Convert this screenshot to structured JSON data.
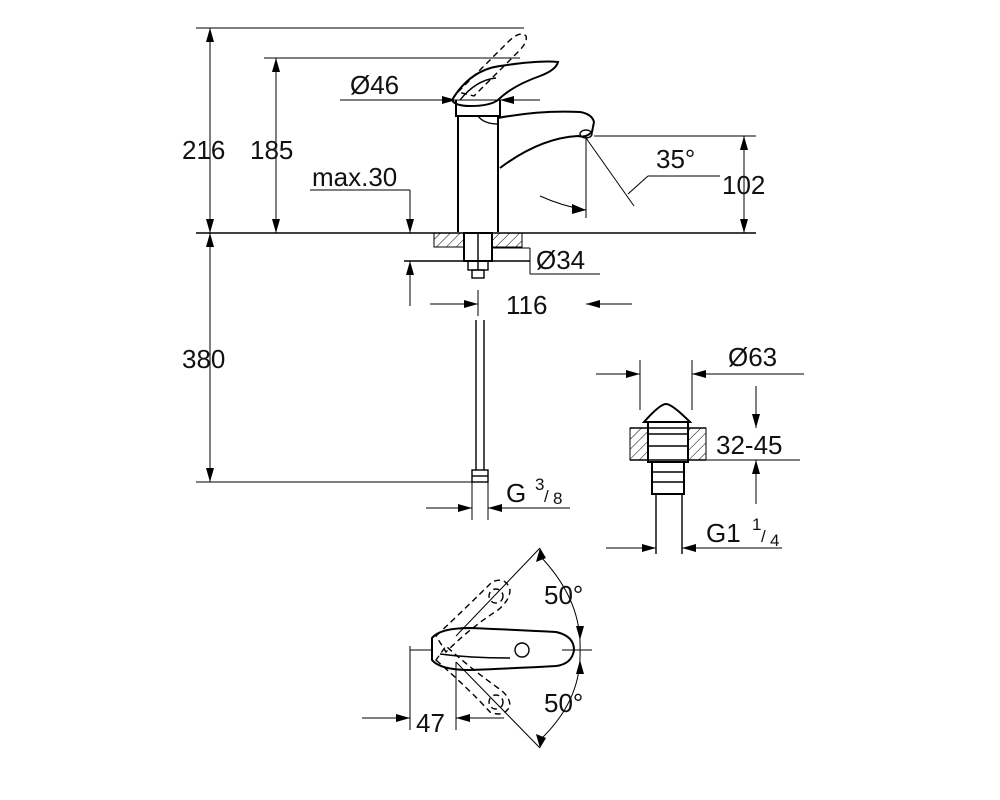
{
  "dimensions": {
    "total_height": "216",
    "spout_height": "185",
    "handle_diameter": "Ø46",
    "max_deck": "max.30",
    "spout_angle": "35°",
    "outlet_height": "102",
    "shank_diameter": "Ø34",
    "reach": "116",
    "hose_length": "380",
    "hose_thread_main": "G",
    "hose_thread_num": "3",
    "hose_thread_den": "8",
    "waste_diameter": "Ø63",
    "waste_deck": "32-45",
    "waste_thread_main": "G1",
    "waste_thread_num": "1",
    "waste_thread_den": "4",
    "swivel_angle_top": "50°",
    "swivel_angle_bottom": "50°",
    "lever_offset": "47"
  }
}
